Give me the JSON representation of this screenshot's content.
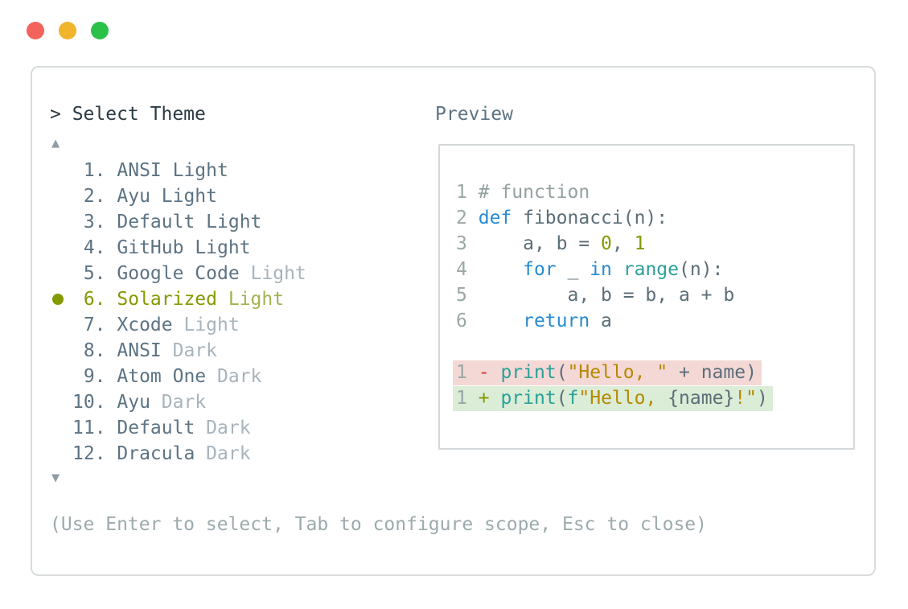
{
  "colors": {
    "tl-red": "#f4625c",
    "tl-yellow": "#f0b42d",
    "tl-green": "#2bc149",
    "panel-border": "#d8dcde",
    "preview-border": "#d4d8da",
    "prompt-fg": "#2b3a43",
    "arrow-fg": "#8f9da6",
    "item-fg": "#5c7383",
    "item-muted-fg": "#a8b4bc",
    "sel-fg": "#859900",
    "sel-muted-fg": "#a5b14f",
    "help-fg": "#9caaad",
    "label-fg": "#5c7383",
    "lnum-fg": "#9aa7a7",
    "code-base": "#5b6e78",
    "code-comment": "#93a1a1",
    "code-kw": "#268bd2",
    "code-fn": "#2aa198",
    "code-num": "#859900",
    "code-str": "#b58900",
    "diff-removed-fg": "#dc322f",
    "diff-added-fg": "#859900",
    "diff-removed-bg": "#f4d8d6",
    "diff-added-bg": "#dbecd7"
  },
  "window": {
    "controls": [
      "close",
      "minimize",
      "zoom"
    ]
  },
  "picker": {
    "prompt": "> Select Theme",
    "up_arrow": "▲",
    "down_arrow": "▼",
    "help": "(Use Enter to select, Tab to configure scope, Esc to close)",
    "items": [
      {
        "num": "1.",
        "name": "ANSI",
        "variant": "Light",
        "variant_muted": false,
        "selected": false
      },
      {
        "num": "2.",
        "name": "Ayu",
        "variant": "Light",
        "variant_muted": false,
        "selected": false
      },
      {
        "num": "3.",
        "name": "Default",
        "variant": "Light",
        "variant_muted": false,
        "selected": false
      },
      {
        "num": "4.",
        "name": "GitHub",
        "variant": "Light",
        "variant_muted": false,
        "selected": false
      },
      {
        "num": "5.",
        "name": "Google Code",
        "variant": "Light",
        "variant_muted": true,
        "selected": false
      },
      {
        "num": "6.",
        "name": "Solarized",
        "variant": "Light",
        "variant_muted": false,
        "selected": true
      },
      {
        "num": "7.",
        "name": "Xcode",
        "variant": "Light",
        "variant_muted": true,
        "selected": false
      },
      {
        "num": "8.",
        "name": "ANSI",
        "variant": "Dark",
        "variant_muted": true,
        "selected": false
      },
      {
        "num": "9.",
        "name": "Atom One",
        "variant": "Dark",
        "variant_muted": true,
        "selected": false
      },
      {
        "num": "10.",
        "name": "Ayu",
        "variant": "Dark",
        "variant_muted": true,
        "selected": false
      },
      {
        "num": "11.",
        "name": "Default",
        "variant": "Dark",
        "variant_muted": true,
        "selected": false
      },
      {
        "num": "12.",
        "name": "Dracula",
        "variant": "Dark",
        "variant_muted": true,
        "selected": false
      }
    ]
  },
  "preview": {
    "label": "Preview",
    "code_lines": [
      {
        "num": "1",
        "tokens": [
          {
            "t": "# function",
            "c": "comment"
          }
        ]
      },
      {
        "num": "2",
        "tokens": [
          {
            "t": "def",
            "c": "kw"
          },
          {
            "t": " fibonacci(n):",
            "c": "base"
          }
        ]
      },
      {
        "num": "3",
        "tokens": [
          {
            "t": "    a, b = ",
            "c": "base"
          },
          {
            "t": "0",
            "c": "num"
          },
          {
            "t": ", ",
            "c": "base"
          },
          {
            "t": "1",
            "c": "num"
          }
        ]
      },
      {
        "num": "4",
        "tokens": [
          {
            "t": "    ",
            "c": "base"
          },
          {
            "t": "for",
            "c": "kw"
          },
          {
            "t": " _ ",
            "c": "base"
          },
          {
            "t": "in",
            "c": "kw"
          },
          {
            "t": " ",
            "c": "base"
          },
          {
            "t": "range",
            "c": "fn"
          },
          {
            "t": "(n):",
            "c": "base"
          }
        ]
      },
      {
        "num": "5",
        "tokens": [
          {
            "t": "        a, b = b, a + b",
            "c": "base"
          }
        ]
      },
      {
        "num": "6",
        "tokens": [
          {
            "t": "    ",
            "c": "base"
          },
          {
            "t": "return",
            "c": "kw"
          },
          {
            "t": " a",
            "c": "base"
          }
        ]
      }
    ],
    "diff_lines": [
      {
        "num": "1",
        "marker": "-",
        "type": "removed",
        "tokens": [
          {
            "t": "print",
            "c": "fn"
          },
          {
            "t": "(",
            "c": "base"
          },
          {
            "t": "\"Hello, \"",
            "c": "str"
          },
          {
            "t": " + name)",
            "c": "base"
          }
        ]
      },
      {
        "num": "1",
        "marker": "+",
        "type": "added",
        "tokens": [
          {
            "t": "print",
            "c": "fn"
          },
          {
            "t": "(",
            "c": "base"
          },
          {
            "t": "f",
            "c": "fn"
          },
          {
            "t": "\"Hello, ",
            "c": "str"
          },
          {
            "t": "{name}",
            "c": "base"
          },
          {
            "t": "!\"",
            "c": "str"
          },
          {
            "t": ")",
            "c": "base"
          }
        ]
      }
    ]
  }
}
